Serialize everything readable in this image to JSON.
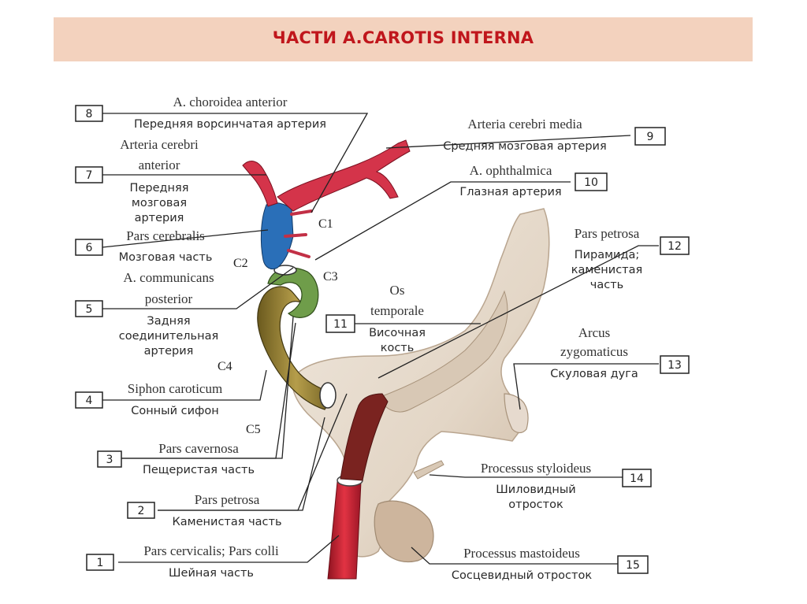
{
  "title": "ЧАСТИ A.CAROTIS INTERNA",
  "labels": {
    "1": {
      "num": "1",
      "lat": [
        "Pars cervicalis; Pars colli"
      ],
      "rus": [
        "Шейная часть"
      ]
    },
    "2": {
      "num": "2",
      "lat": [
        "Pars petrosa"
      ],
      "rus": [
        "Каменистая часть"
      ]
    },
    "3": {
      "num": "3",
      "lat": [
        "Pars cavernosa"
      ],
      "rus": [
        "Пещеристая часть"
      ]
    },
    "4": {
      "num": "4",
      "lat": [
        "Siphon caroticum"
      ],
      "rus": [
        "Сонный сифон"
      ]
    },
    "5": {
      "num": "5",
      "lat": [
        "A. communicans",
        "posterior"
      ],
      "rus": [
        "Задняя",
        "соединительная",
        "артерия"
      ]
    },
    "6": {
      "num": "6",
      "lat": [
        "Pars cerebralis"
      ],
      "rus": [
        "Мозговая часть"
      ]
    },
    "7": {
      "num": "7",
      "lat": [
        "Arteria cerebri",
        "anterior"
      ],
      "rus": [
        "Передняя",
        "мозговая",
        "артерия"
      ]
    },
    "8": {
      "num": "8",
      "lat": [
        "A. choroidea anterior"
      ],
      "rus": [
        "Передняя ворсинчатая артерия"
      ]
    },
    "9": {
      "num": "9",
      "lat": [
        "Arteria cerebri media"
      ],
      "rus": [
        "Средняя мозговая артерия"
      ]
    },
    "10": {
      "num": "10",
      "lat": [
        "A. ophthalmica"
      ],
      "rus": [
        "Глазная артерия"
      ]
    },
    "11": {
      "num": "11",
      "lat": [
        "Os",
        "temporale"
      ],
      "rus": [
        "Височная",
        "кость"
      ]
    },
    "12": {
      "num": "12",
      "lat": [
        "Pars petrosa"
      ],
      "rus": [
        "Пирамида;",
        "каменистая",
        "часть"
      ]
    },
    "13": {
      "num": "13",
      "lat": [
        "Arcus",
        "zygomaticus"
      ],
      "rus": [
        "Скуловая дуга"
      ]
    },
    "14": {
      "num": "14",
      "lat": [
        "Processus styloideus"
      ],
      "rus": [
        "Шиловидный",
        "отросток"
      ]
    },
    "15": {
      "num": "15",
      "lat": [
        "Processus mastoideus"
      ],
      "rus": [
        "Сосцевидный отросток"
      ]
    }
  },
  "segments": {
    "c1": "C1",
    "c2": "C2",
    "c3": "C3",
    "c4": "C4",
    "c5": "C5"
  }
}
